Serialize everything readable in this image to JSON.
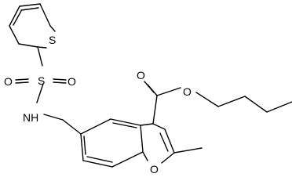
{
  "molecule": {
    "atoms": {
      "thiophene_s": "S",
      "sulfonyl_s": "S",
      "sulfonyl_o_left": "O",
      "sulfonyl_o_right": "O",
      "amine": "NH",
      "furan_o": "O",
      "carbonyl_o": "O",
      "ester_o": "O"
    }
  }
}
